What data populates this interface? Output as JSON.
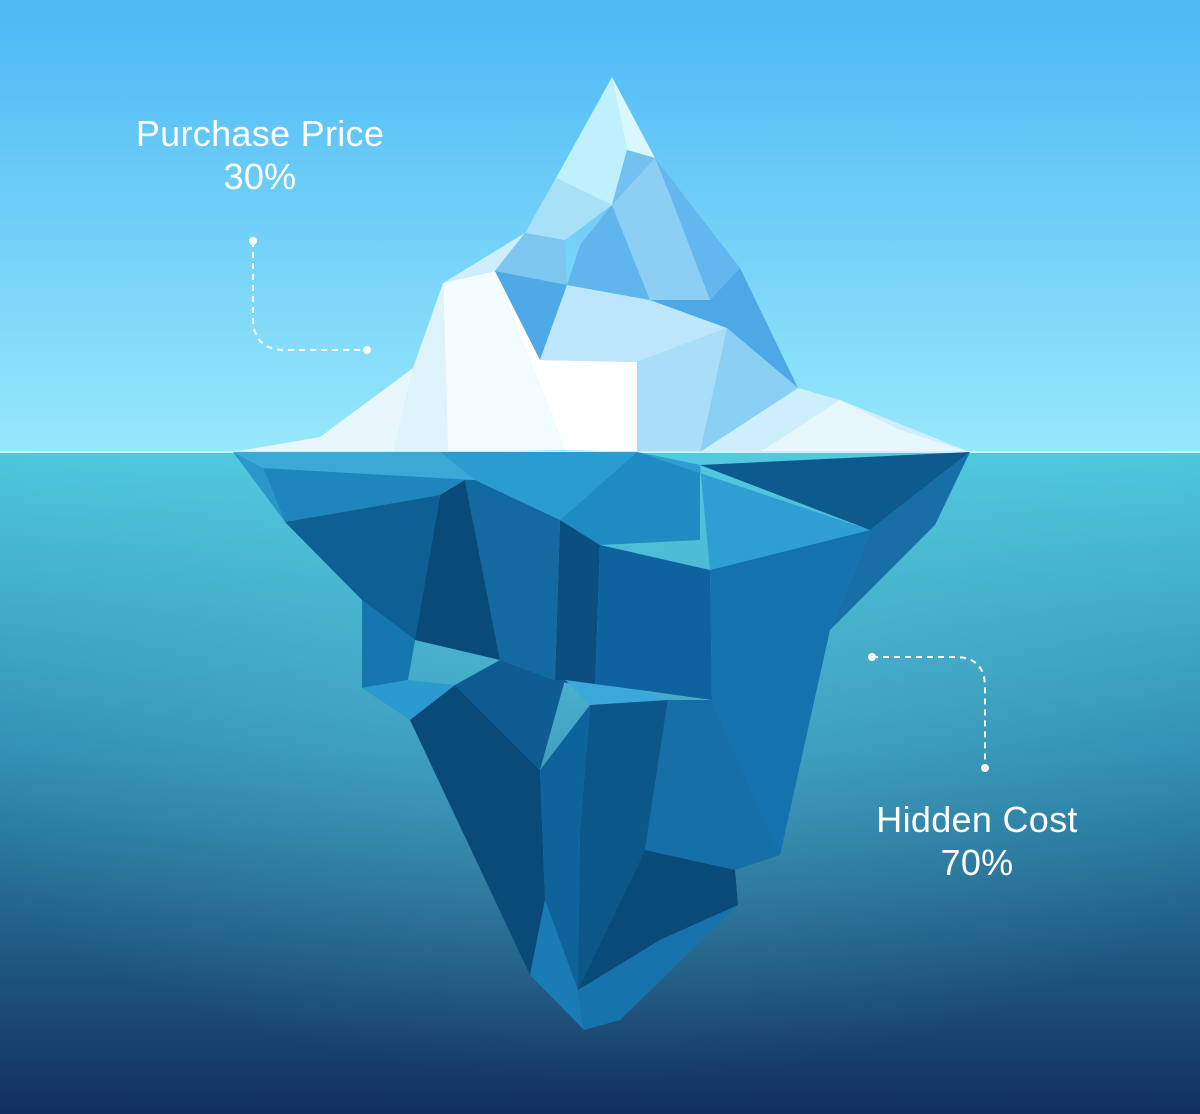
{
  "colors": {
    "sky_top": "#4cb8f5",
    "sky_bottom": "#97e8fb",
    "water_top": "#4ec8de",
    "water_mid": "#2f8db1",
    "water_bottom": "#12305e",
    "ice_light": "#eefbff",
    "ice_mid": "#8fd4f6",
    "ice_deep": "#0a4a78",
    "annotation_line": "#ffffff"
  },
  "above_water": {
    "title": "Purchase Price",
    "value": "30%"
  },
  "below_water": {
    "title": "Hidden Cost",
    "value": "70%"
  }
}
